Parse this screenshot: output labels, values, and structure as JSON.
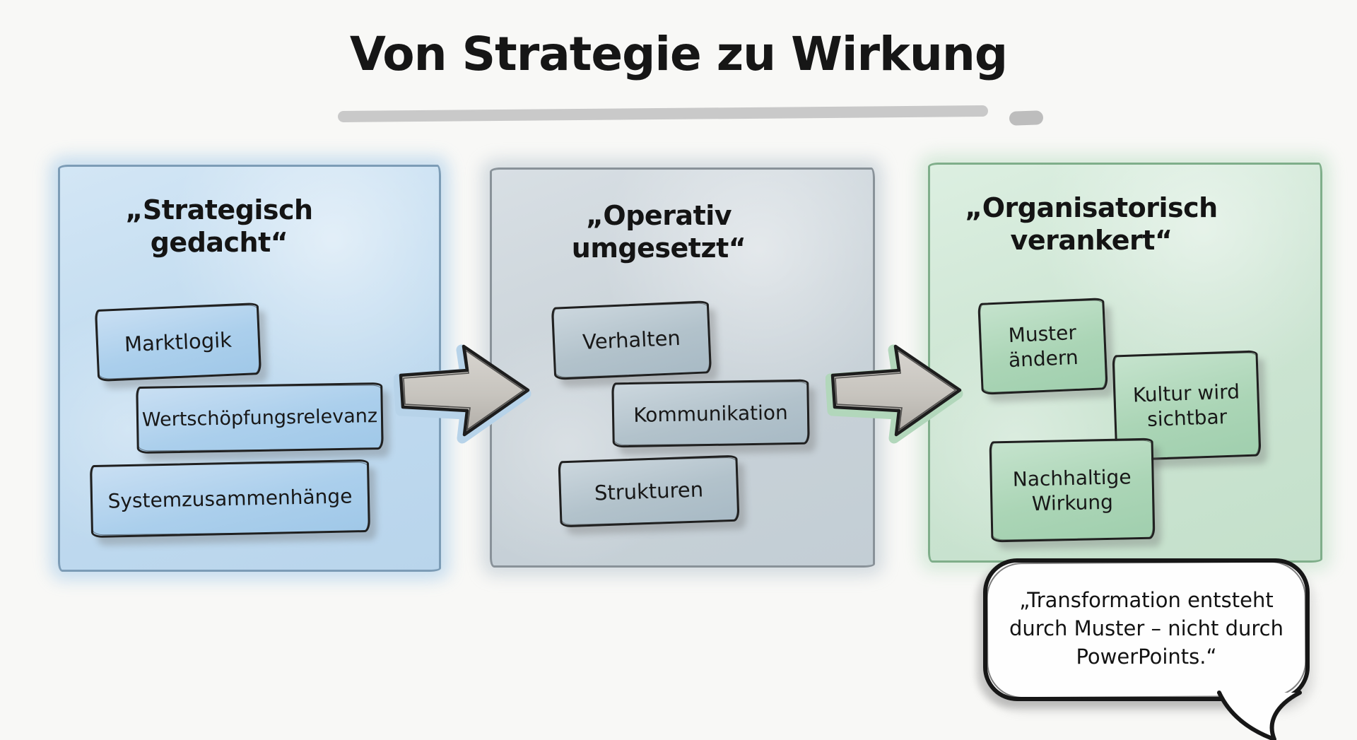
{
  "title": {
    "text": "Von Strategie zu Wirkung"
  },
  "panels": [
    {
      "heading": "„Strategisch gedacht“",
      "items": [
        "Marktlogik",
        "Wertschöpfungsrelevanz",
        "Systemzusammenhänge"
      ],
      "colors": {
        "wash": "#c2dcf0",
        "card": "#abcfec",
        "line": "#7c9cb6"
      }
    },
    {
      "heading": "„Operativ umgesetzt“",
      "items": [
        "Verhalten",
        "Kommunikation",
        "Strukturen"
      ],
      "colors": {
        "wash": "#cad3d9",
        "card": "#b2c2cb",
        "line": "#899299"
      }
    },
    {
      "heading": "„Organisatorisch verankert“",
      "items": [
        "Muster ändern",
        "Kultur wird sichtbar",
        "Nachhaltige Wirkung"
      ],
      "colors": {
        "wash": "#cde5d3",
        "card": "#abd5b6",
        "line": "#7fae8a"
      }
    }
  ],
  "arrows": [
    {
      "name": "arrow-strategie-zu-operativ",
      "halo": "#b7d3e9",
      "fill": "#c7c4be"
    },
    {
      "name": "arrow-operativ-zu-organisatorisch",
      "halo": "#b2d7bb",
      "fill": "#c7c4be"
    }
  ],
  "speech_bubble": {
    "text": "„Transformation entsteht durch Muster – nicht durch PowerPoints.“"
  },
  "ink": "#1a1a1a",
  "underline": "#c9c9c9"
}
